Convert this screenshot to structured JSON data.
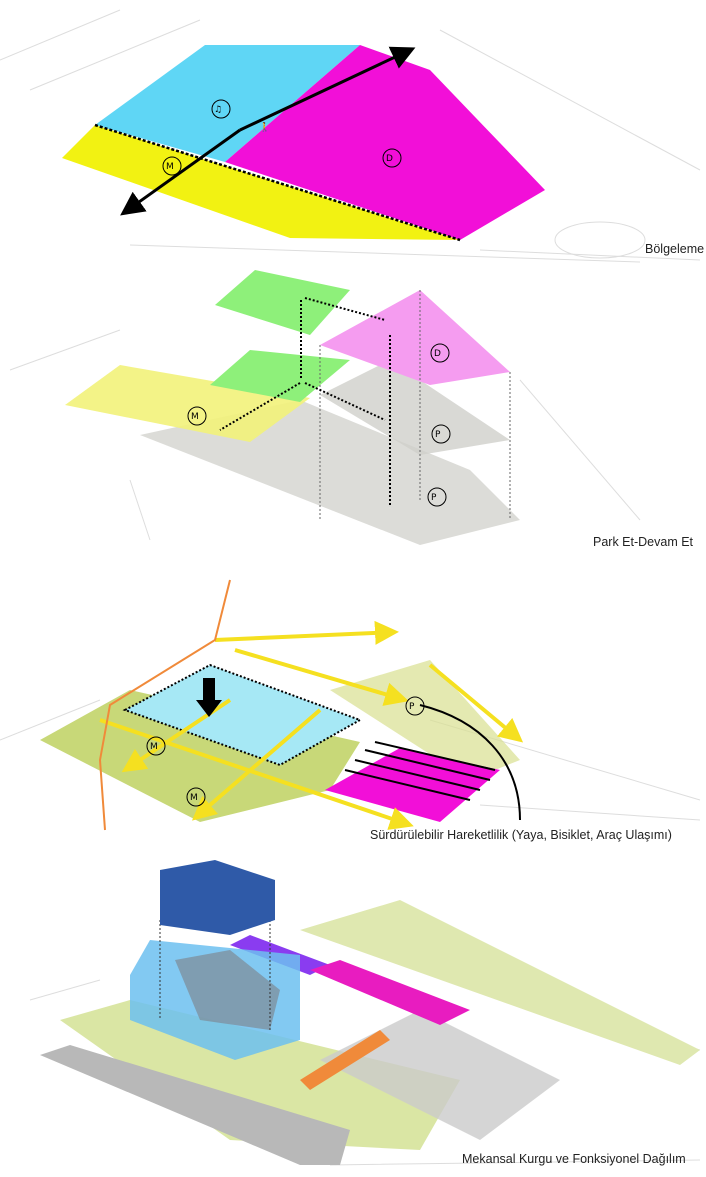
{
  "panels": [
    {
      "caption": "Bölgeleme",
      "icons": [
        "M",
        "D"
      ]
    },
    {
      "caption": "Park Et-Devam Et",
      "icons": [
        "M",
        "D",
        "P",
        "P"
      ]
    },
    {
      "caption": "Sürdürülebilir Hareketlilik (Yaya, Bisiklet, Araç Ulaşımı)",
      "icons": [
        "M",
        "M",
        "P"
      ]
    },
    {
      "caption": "Mekansal Kurgu ve Fonksiyonel Dağılım"
    }
  ],
  "colors": {
    "cyan": "#5fd6f5",
    "magenta": "#f20fd8",
    "yellow": "#f2f212",
    "green": "#8ef07a",
    "pink": "#f59cf0",
    "olive": "#c8d878",
    "navy": "#2f5aa8",
    "orange": "#f08a3a"
  }
}
